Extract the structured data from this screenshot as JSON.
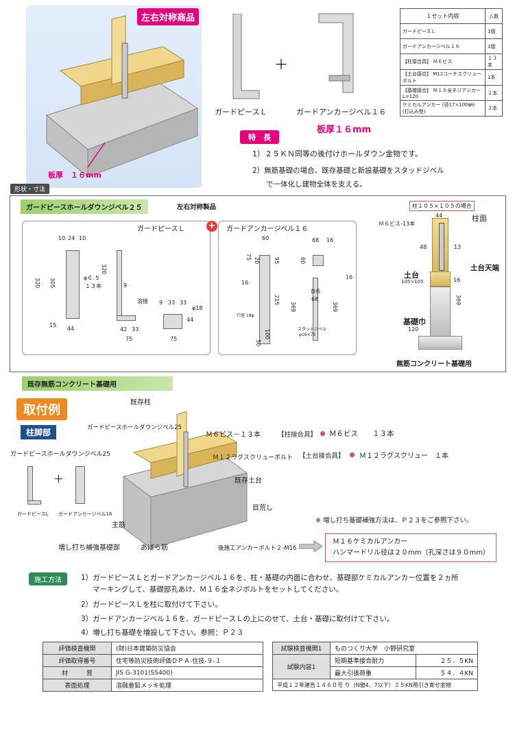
{
  "hero": {
    "badge": "左右対称商品",
    "thickness_label": "板厚　１６mm"
  },
  "products": {
    "l_name": "ガードピースＬ",
    "plus": "＋",
    "anchor_name": "ガードアンカージベル１６",
    "thickness": "板厚１６mm"
  },
  "set_table": {
    "title": "１セット内容",
    "qty_header": "入数",
    "rows": [
      {
        "name": "ガードピースＬ",
        "qty": "1個"
      },
      {
        "name": "ガードアンカージベル１６",
        "qty": "1個"
      },
      {
        "name": "【柱接合具】 Ｍ６ビス",
        "qty": "１３本"
      },
      {
        "name": "【土台接合】 M12コーチスクリューボルト",
        "qty": "1本"
      },
      {
        "name": "【基礎接合】 Ｍ１６全ネジアンカー L=120",
        "qty": "２本"
      },
      {
        "name": "ケミカルアンカー (径17×100㎜) (打込み型)",
        "qty": "２本"
      }
    ]
  },
  "features": {
    "label": "特　長",
    "items": [
      "1）２５ＫＮ同等の後付けホールダウン金物です。",
      "2）無筋基礎の場合、既存基礎と新設基礎をスタッドジベル",
      "で一体化し建物全体を支える。"
    ]
  },
  "shape_tab": "形状・寸法",
  "dims_panel": {
    "product_title": "ガードピースホールダウンジベル２５",
    "product_note": "左右対称製品",
    "l_title": "ガードピースＬ",
    "anchor_title": "ガードアンカージベル１６",
    "l_dims": [
      "10",
      "24",
      "10",
      "320",
      "305",
      "15",
      "44",
      "φ６.５",
      "１３本",
      "320",
      "9",
      "溶接",
      "9",
      "33",
      "33",
      "φ18",
      "44",
      "42",
      "33",
      "75"
    ],
    "anchor_dims": [
      "60",
      "68",
      "16",
      "75",
      "20",
      "60",
      "95",
      "16",
      "16",
      "215",
      "369",
      "369",
      "穴径 18φ",
      "首長",
      "68",
      "スタッドジベル",
      "φ16×75",
      "50",
      "100"
    ],
    "l_part": "75",
    "case_label": "柱１０５×１０５の場合",
    "m6_label": "Ｍ６ビス-13本",
    "col_face": "柱面",
    "d44": "44",
    "d48": "48",
    "d13": "13",
    "dodai": "土台",
    "dodai_size": "105×105",
    "dodai_top": "土台天端",
    "d16": "16",
    "d369": "369",
    "kiso_width": "基礎巾",
    "d120": "120",
    "footer": "無筋コンクリート基礎用"
  },
  "existing_bar": "既存無筋コンクリート基礎用",
  "example": {
    "tab": "取付例",
    "sub_tab": "柱脚部",
    "kit_title": "ガードピースホールダウンジベル25",
    "small_l": "ガードピースL",
    "small_anchor": "ガードアンカージベル16",
    "labels": {
      "existing_col": "既存柱",
      "hd25": "ガードピースホールダウンジベル25",
      "m6": "Ｍ６ビス－１３本",
      "m12": "Ｍ１２ラグスクリューボルト",
      "existing_sill": "既存土台",
      "hoop": "目荒し",
      "main_bar": "主筋",
      "added_base": "増し打ち補強基礎部",
      "abara": "あばら筋",
      "post_anchor": "後施工アンカーボルト２-M16"
    },
    "col_fastener": "【柱接合具】",
    "col_fastener_val": "Ｍ６ビス　　１３本",
    "sill_fastener": "【土台接合具】",
    "sill_fastener_val": "Ｍ１２ラグスクリュー　１本",
    "note": "※ 増し打ち基礎補強方法は、Ｐ２３をご参照下さい。",
    "chem_title": "Ｍ１６ケミカルアンカー",
    "chem_text": "ハンマードリル径は２０mm（孔深さは９０mm）"
  },
  "method": {
    "label": "施工方法",
    "steps": [
      "1）ガードピースＬとガードアンカージベル１６を、柱・基礎の内面に合わせ、基礎部ケミカルアンカー位置を２ヵ所",
      "マーキングして、基礎部孔あけ、Ｍ１６全ネジボルトをセットしてください。",
      "2）ガードピースＬを柱に取付けて下さい。",
      "3）ガードアンカージベル１６を、ガードピースＬの上にのせて、土台・基礎に取付けて下さい。",
      "4）増し打ち基礎を増設して下さい。参照：Ｐ２３"
    ]
  },
  "spec_left": [
    {
      "k": "評価検査機関",
      "v": "(財)日本建築防災協会"
    },
    {
      "k": "評価取得番号",
      "v": "住宅等防災技術評価ＤＰＡ-住技-９-１"
    },
    {
      "k": "材　　　質",
      "v": "JIS G-3101(SS400)"
    },
    {
      "k": "表面処理",
      "v": "溶融亜鉛メッキ処理"
    }
  ],
  "spec_right": {
    "org_k": "試験検査機関1",
    "org_v": "ものつくり大学　小野研究室",
    "content_k": "試験内容1",
    "r1k": "短期基準接合耐力",
    "r1v": "２５．５KN",
    "r2k": "最大引張荷重",
    "r2v": "５４．４KN",
    "footnote": "平成１２年建告１４６０号 り（N値4．7以下）２５KN用引き寄せ金物"
  },
  "colors": {
    "pink": "#e4007f",
    "orange": "#f08a1e",
    "navy": "#1d4f91",
    "green": "#9ccf6e"
  }
}
